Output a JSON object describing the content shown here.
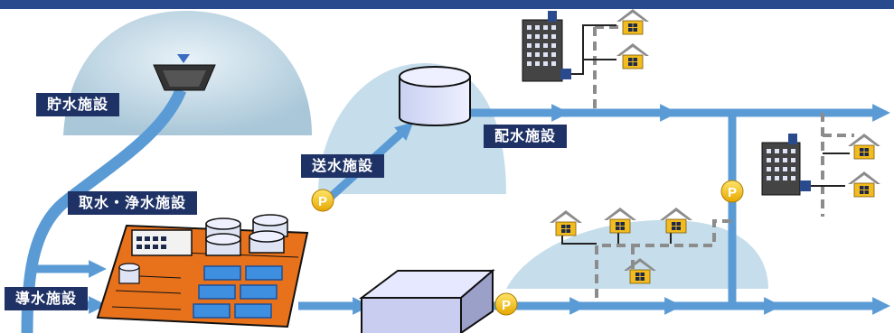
{
  "labels": {
    "storage": "貯水施設",
    "intake_purification": "取水・浄水施設",
    "conveyance": "導水施設",
    "transmission": "送水施設",
    "distribution": "配水施設"
  },
  "pump_symbol": "P",
  "colors": {
    "banner": "#2a4a8e",
    "label_bg": "#1e3266",
    "pipe": "#5b9bd5",
    "pump": "#f5c400",
    "mound": "#bcd8e8",
    "roof": "#8c8c8c",
    "house_wall": "#f2bb1e",
    "plant_base": "#e8721c"
  }
}
